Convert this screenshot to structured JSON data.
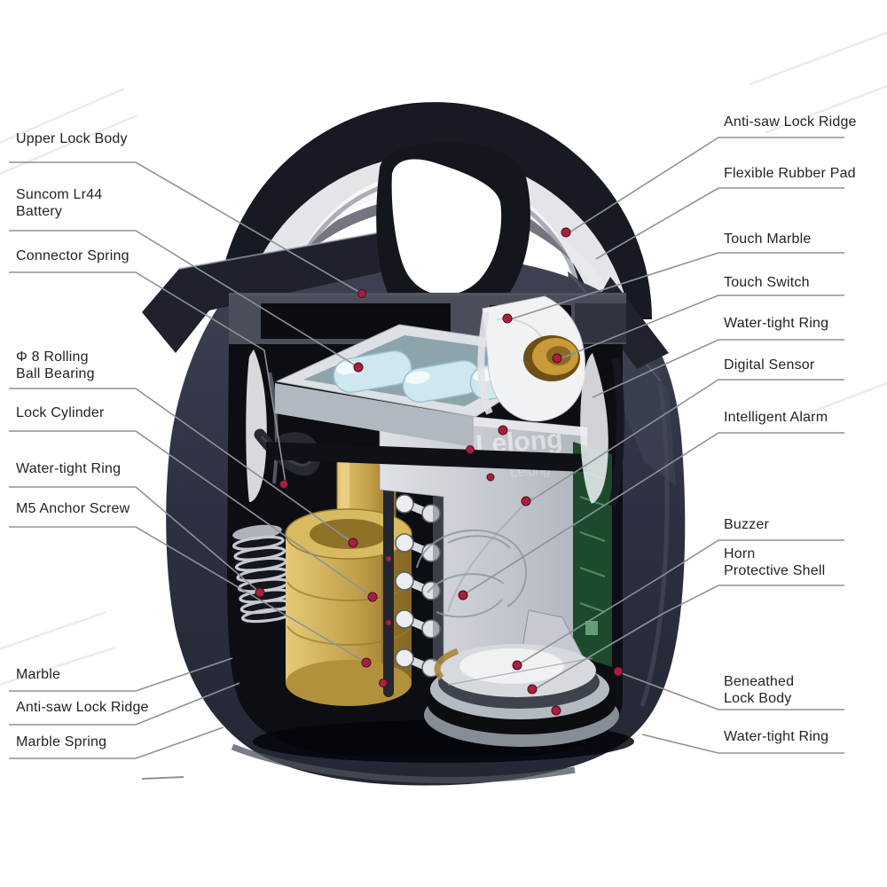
{
  "watermark": "Lelong",
  "colors": {
    "body": "#2b2f3d",
    "marker_red": "#aa1f3e",
    "brass": "#c3a04a",
    "battery_cyan": "#cfe8f0",
    "pcb_green": "#1d4a2d",
    "leader_gray": "#8d9298"
  },
  "labels_left": [
    {
      "id": "upper-lock-body",
      "text": "Upper Lock Body"
    },
    {
      "id": "suncom-lr44-battery",
      "text": "Suncom Lr44\nBattery"
    },
    {
      "id": "connector-spring",
      "text": "Connector Spring"
    },
    {
      "id": "rolling-ball-bearing",
      "text": "Φ 8 Rolling\nBall Bearing"
    },
    {
      "id": "lock-cylinder",
      "text": "Lock Cylinder"
    },
    {
      "id": "water-tight-ring-left",
      "text": "Water-tight Ring"
    },
    {
      "id": "m5-anchor-screw",
      "text": "M5 Anchor Screw"
    },
    {
      "id": "marble",
      "text": "Marble"
    },
    {
      "id": "anti-saw-lock-ridge-left",
      "text": "Anti-saw Lock Ridge"
    },
    {
      "id": "marble-spring",
      "text": "Marble Spring"
    }
  ],
  "labels_right": [
    {
      "id": "anti-saw-lock-ridge-right",
      "text": "Anti-saw Lock Ridge"
    },
    {
      "id": "flexible-rubber-pad",
      "text": "Flexible Rubber Pad"
    },
    {
      "id": "touch-marble",
      "text": "Touch Marble"
    },
    {
      "id": "touch-switch",
      "text": "Touch Switch"
    },
    {
      "id": "water-tight-ring-right",
      "text": "Water-tight Ring"
    },
    {
      "id": "digital-sensor",
      "text": "Digital Sensor"
    },
    {
      "id": "intelligent-alarm",
      "text": "Intelligent Alarm"
    },
    {
      "id": "buzzer",
      "text": "Buzzer"
    },
    {
      "id": "horn-protective-shell",
      "text": "Horn\nProtective Shell"
    },
    {
      "id": "beneathed-lock-body",
      "text": "Beneathed\nLock Body"
    },
    {
      "id": "water-tight-ring-bottom-right",
      "text": "Water-tight Ring"
    }
  ]
}
